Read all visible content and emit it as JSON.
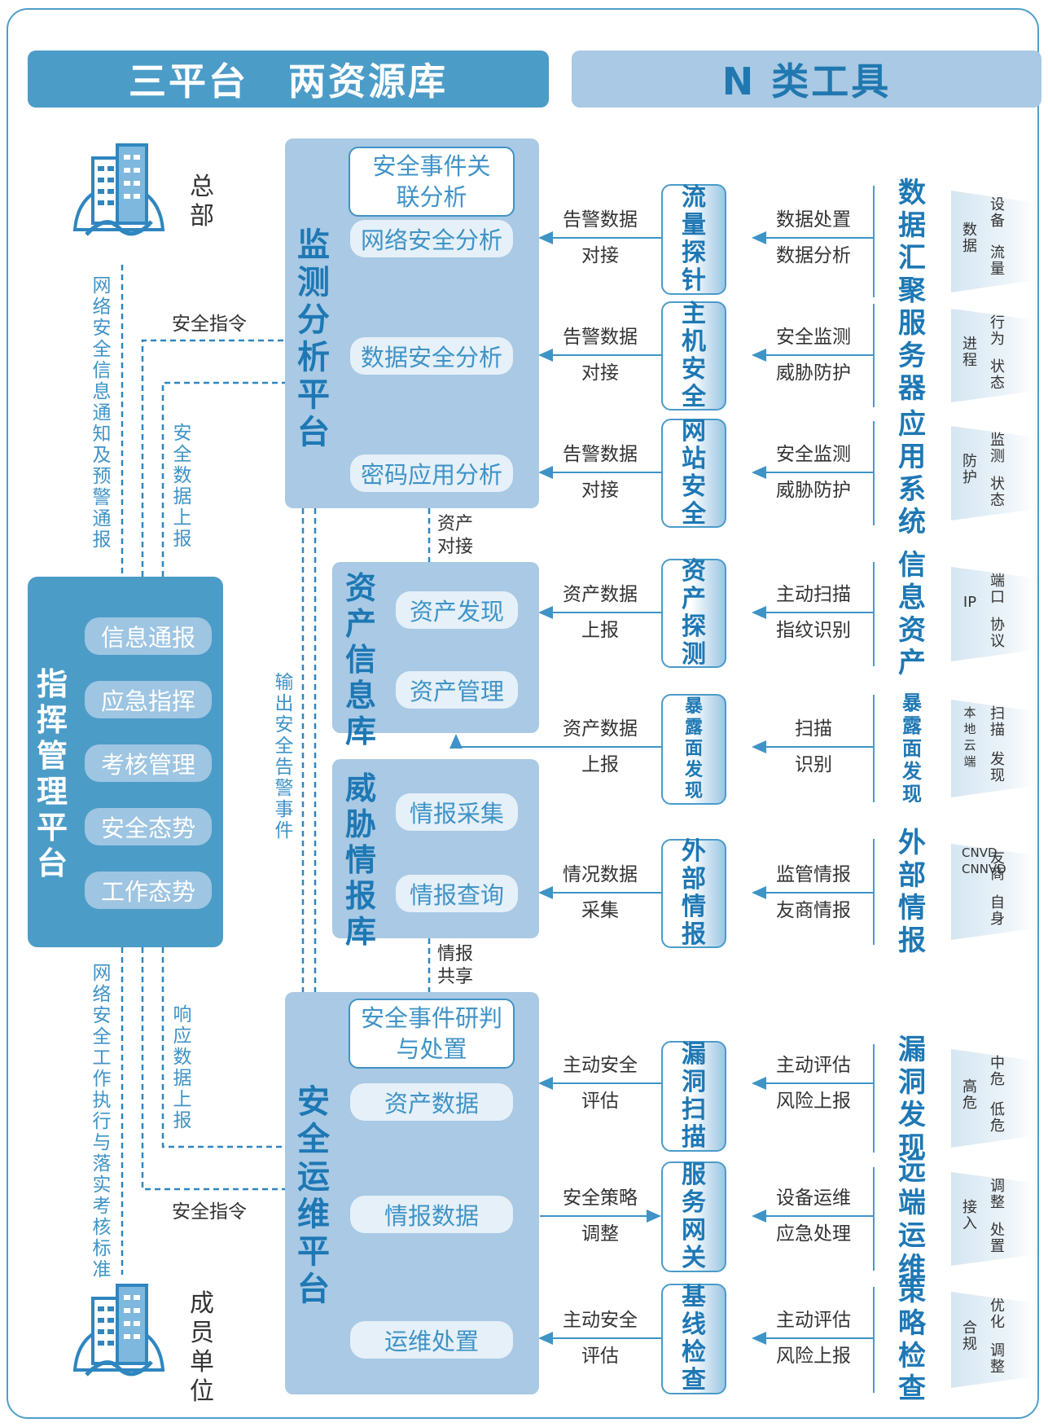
{
  "headers": {
    "left": "三平台　两资源库",
    "right": "N 类工具"
  },
  "sites": {
    "hq": "总部",
    "member": "成员单位"
  },
  "links": {
    "top_notify": "网络安全信息通知及预警通报",
    "top_command": "安全指令",
    "top_report": "安全数据上报",
    "bottom_standard": "网络安全工作执行与落实考核标准",
    "bottom_response": "响应数据上报",
    "bottom_command": "安全指令",
    "output_alert": "输出安全告警事件",
    "asset_link": [
      "资产",
      "对接"
    ],
    "intel_link": [
      "情报",
      "共享"
    ]
  },
  "command_platform": {
    "title": "指挥管理平台",
    "items": [
      "信息通报",
      "应急指挥",
      "考核管理",
      "安全态势",
      "工作态势"
    ]
  },
  "monitor_platform": {
    "title": "监测分析平台",
    "top_box": "安全事件关联分析",
    "items": [
      "网络安全分析",
      "数据安全分析",
      "密码应用分析"
    ]
  },
  "asset_lib": {
    "title": "资产信息库",
    "items": [
      "资产发现",
      "资产管理"
    ]
  },
  "threat_lib": {
    "title": "威胁情报库",
    "items": [
      "情报采集",
      "情报查询"
    ]
  },
  "ops_platform": {
    "title": "安全运维平台",
    "top_box": "安全事件研判与处置",
    "items": [
      "资产数据",
      "情报数据",
      "运维处置"
    ]
  },
  "rows": [
    {
      "left_label": [
        "告警数据",
        "对接"
      ],
      "tool": "流量探针",
      "right_label": [
        "数据处置",
        "数据分析"
      ],
      "source": "数据汇聚",
      "tags": [
        "数据",
        "设备",
        "流量"
      ]
    },
    {
      "left_label": [
        "告警数据",
        "对接"
      ],
      "tool": "主机安全",
      "right_label": [
        "安全监测",
        "威胁防护"
      ],
      "source": "服务器",
      "tags": [
        "进程",
        "行为",
        "状态"
      ]
    },
    {
      "left_label": [
        "告警数据",
        "对接"
      ],
      "tool": "网站安全",
      "right_label": [
        "安全监测",
        "威胁防护"
      ],
      "source": "应用系统",
      "tags": [
        "防护",
        "监测",
        "状态"
      ]
    },
    {
      "left_label": [
        "资产数据",
        "上报"
      ],
      "tool": "资产探测",
      "right_label": [
        "主动扫描",
        "指纹识别"
      ],
      "source": "信息资产",
      "tags": [
        "IP",
        "端口",
        "协议"
      ]
    },
    {
      "left_label": [
        "资产数据",
        "上报"
      ],
      "tool": "暴露面发现",
      "right_label": [
        "扫描",
        "识别"
      ],
      "source": "暴露面发现",
      "tags": [
        "本地 云端",
        "扫描",
        "发现"
      ]
    },
    {
      "left_label": [
        "情况数据",
        "采集"
      ],
      "tool": "外部情报",
      "right_label": [
        "监管情报",
        "友商情报"
      ],
      "source": "外部情报",
      "tags": [
        "CNVD CNNVD",
        "友商",
        "自身"
      ]
    },
    {
      "left_label": [
        "主动安全",
        "评估"
      ],
      "tool": "漏洞扫描",
      "right_label": [
        "主动评估",
        "风险上报"
      ],
      "source": "漏洞发现",
      "tags": [
        "高危",
        "中危",
        "低危"
      ]
    },
    {
      "left_label": [
        "安全策略",
        "调整"
      ],
      "tool": "服务网关",
      "right_label": [
        "设备运维",
        "应急处理"
      ],
      "source": "远端运维",
      "tags": [
        "接入",
        "调整",
        "处置"
      ]
    },
    {
      "left_label": [
        "主动安全",
        "评估"
      ],
      "tool": "基线检查",
      "right_label": [
        "主动评估",
        "风险上报"
      ],
      "source": "策略检查",
      "tags": [
        "合规",
        "优化",
        "调整"
      ]
    }
  ],
  "colors": {
    "primary": "#4c9cc8",
    "light": "#a9c9e4",
    "text_blue": "#1e78b4",
    "line": "#3f93c6"
  }
}
